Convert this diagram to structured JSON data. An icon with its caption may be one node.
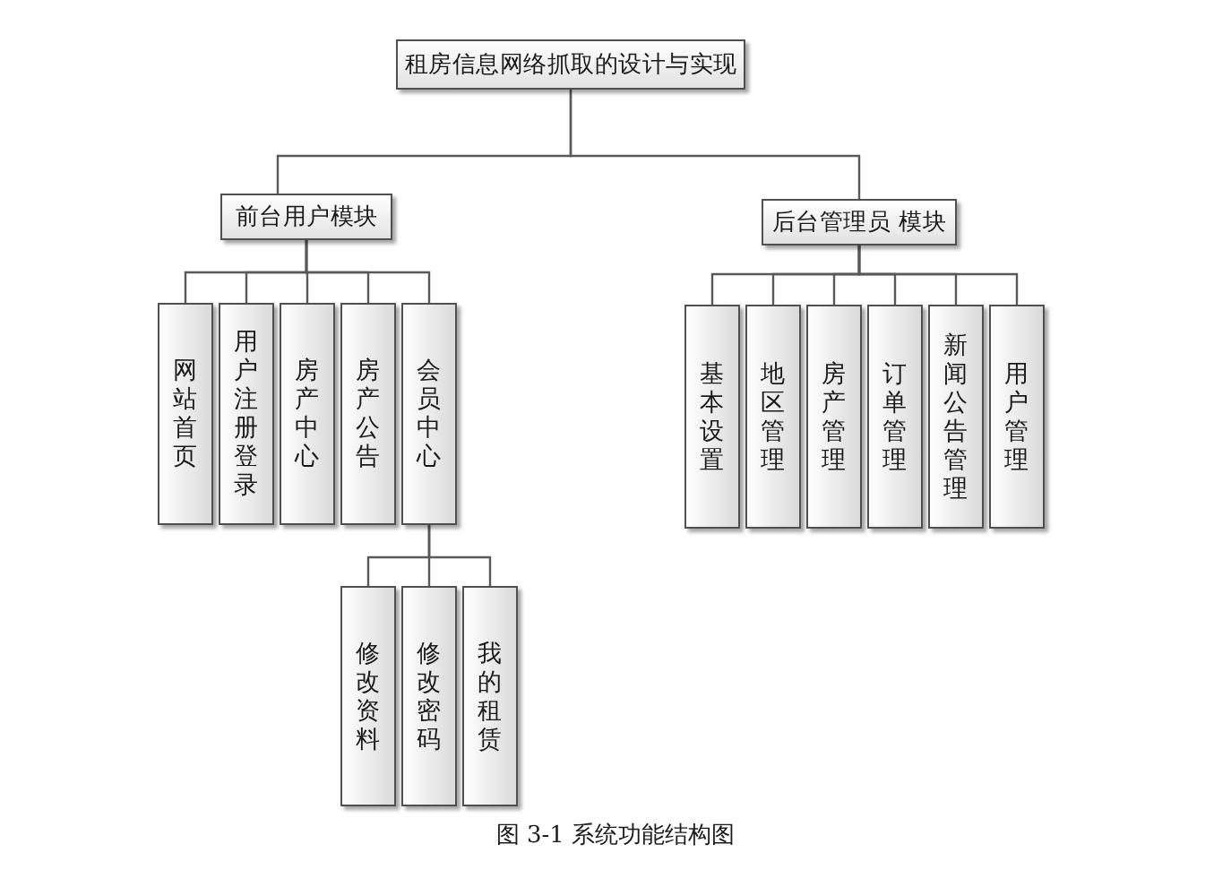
{
  "diagram": {
    "caption": "图 3-1 系统功能结构图",
    "nodes": [
      {
        "text": [
          "租房信息网络抓取的设计与实现"
        ]
      },
      {
        "text": [
          "前台用户模块"
        ]
      },
      {
        "text": [
          "后台管理员 模块"
        ]
      },
      {
        "text": [
          "网站首页"
        ]
      },
      {
        "text": [
          "用户注册登录"
        ]
      },
      {
        "text": [
          "房产中心"
        ]
      },
      {
        "text": [
          "房产公告"
        ]
      },
      {
        "text": [
          "会员中心"
        ]
      },
      {
        "text": [
          "基本设置"
        ]
      },
      {
        "text": [
          "地区管理"
        ]
      },
      {
        "text": [
          "房产管理"
        ]
      },
      {
        "text": [
          "订单管理"
        ]
      },
      {
        "text": [
          "新闻公告管理"
        ]
      },
      {
        "text": [
          "用户管理"
        ]
      },
      {
        "text": [
          "修改资料"
        ]
      },
      {
        "text": [
          "修改密码"
        ]
      },
      {
        "text": [
          "我的租赁"
        ]
      }
    ],
    "edges": [
      {
        "from": 0,
        "to": 1,
        "arrow": "none"
      },
      {
        "from": 0,
        "to": 2,
        "arrow": "none"
      },
      {
        "from": 1,
        "to": 3,
        "arrow": "none"
      },
      {
        "from": 1,
        "to": 4,
        "arrow": "none"
      },
      {
        "from": 1,
        "to": 5,
        "arrow": "none"
      },
      {
        "from": 1,
        "to": 6,
        "arrow": "none"
      },
      {
        "from": 1,
        "to": 7,
        "arrow": "none"
      },
      {
        "from": 2,
        "to": 8,
        "arrow": "none"
      },
      {
        "from": 2,
        "to": 9,
        "arrow": "none"
      },
      {
        "from": 2,
        "to": 10,
        "arrow": "none"
      },
      {
        "from": 2,
        "to": 11,
        "arrow": "none"
      },
      {
        "from": 2,
        "to": 12,
        "arrow": "none"
      },
      {
        "from": 2,
        "to": 13,
        "arrow": "none"
      },
      {
        "from": 7,
        "to": 14,
        "arrow": "none"
      },
      {
        "from": 7,
        "to": 15,
        "arrow": "none"
      },
      {
        "from": 7,
        "to": 16,
        "arrow": "none"
      }
    ]
  }
}
